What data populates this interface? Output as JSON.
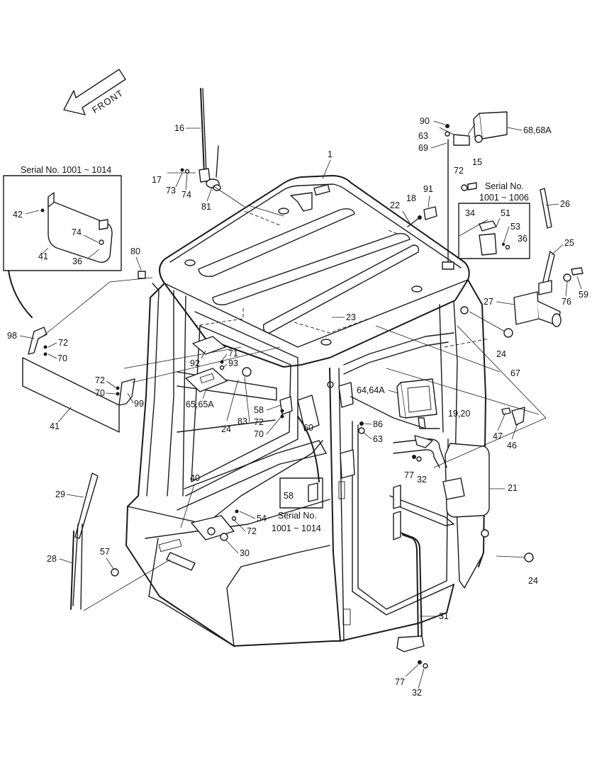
{
  "front_arrow": {
    "label": "FRONT"
  },
  "serial_boxes": {
    "box_a": {
      "line1": "Serial No. 1001 ~ 1014"
    },
    "box_b": {
      "line1": "Serial No.",
      "line2": "1001 ~ 1006"
    },
    "box_c": {
      "line1": "Serial No.",
      "line2": "1001 ~ 1014"
    }
  },
  "callouts": {
    "c1": "1",
    "c15": "15",
    "c16": "16",
    "c17": "17",
    "c18": "18",
    "c19_20": "19,20",
    "c21": "21",
    "c22": "22",
    "c23": "23",
    "c24a": "24",
    "c24b": "24",
    "c24c": "24",
    "c25": "25",
    "c26": "26",
    "c27": "27",
    "c28": "28",
    "c29": "29",
    "c30": "30",
    "c31": "31",
    "c32a": "32",
    "c32b": "32",
    "c34": "34",
    "c36a": "36",
    "c36b": "36",
    "c40": "40",
    "c41a": "41",
    "c41b": "41",
    "c42": "42",
    "c46": "46",
    "c47": "47",
    "c51": "51",
    "c53": "53",
    "c54": "54",
    "c57": "57",
    "c58a": "58",
    "c58b": "58",
    "c59": "59",
    "c60": "60",
    "c63a": "63",
    "c63b": "63",
    "c64": "64,64A",
    "c65": "65,65A",
    "c67": "67",
    "c68": "68,68A",
    "c69": "69",
    "c70a": "70",
    "c70b": "70",
    "c70c": "70",
    "c71": "71",
    "c72a": "72",
    "c72b": "72",
    "c72c": "72",
    "c72d": "72",
    "c72e": "72",
    "c73": "73",
    "c74a": "74",
    "c74b": "74",
    "c76": "76",
    "c77a": "77",
    "c77b": "77",
    "c80": "80",
    "c81": "81",
    "c83": "83",
    "c86": "86",
    "c90": "90",
    "c91": "91",
    "c92": "92",
    "c93": "93",
    "c98": "98",
    "c99": "99"
  }
}
